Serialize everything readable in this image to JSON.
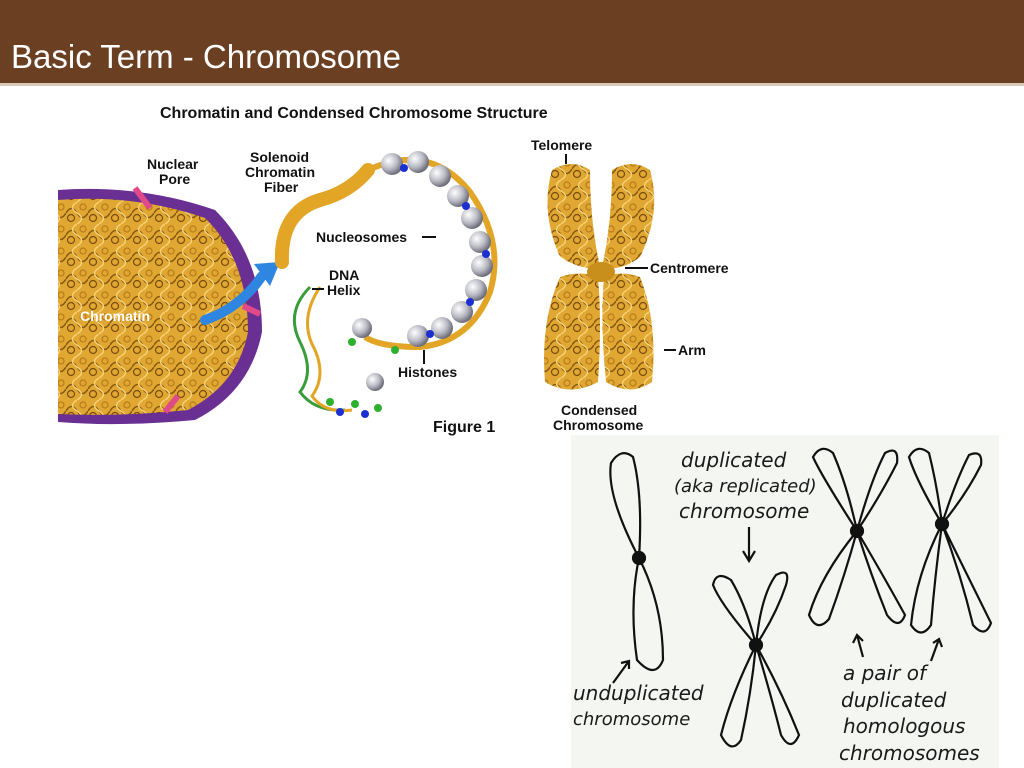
{
  "slide": {
    "title": "Basic Term - Chromosome"
  },
  "colors": {
    "title_bar": "#6b3f22",
    "chromatin": "#d9a22c",
    "nucleus_membrane": "#7d3fa6",
    "arrow": "#2f86e0"
  },
  "figure1": {
    "heading": "Chromatin and Condensed Chromosome Structure",
    "labels": {
      "nuclear_pore_1": "Nuclear",
      "nuclear_pore_2": "Pore",
      "solenoid_1": "Solenoid",
      "solenoid_2": "Chromatin",
      "solenoid_3": "Fiber",
      "nucleosomes": "Nucleosomes",
      "dna_1": "DNA",
      "dna_2": "Helix",
      "chromatin": "Chromatin",
      "histones": "Histones",
      "telomere": "Telomere",
      "centromere": "Centromere",
      "arm": "Arm",
      "condensed_1": "Condensed",
      "condensed_2": "Chromosome",
      "caption": "Figure 1"
    }
  },
  "figure2": {
    "labels": {
      "duplicated_1": "duplicated",
      "duplicated_2": "(aka replicated)",
      "duplicated_3": "chromosome",
      "unduplicated_1": "unduplicated",
      "unduplicated_2": "chromosome",
      "pair_1": "a pair of",
      "pair_2": "duplicated",
      "pair_3": "homologous",
      "pair_4": "chromosomes"
    }
  }
}
